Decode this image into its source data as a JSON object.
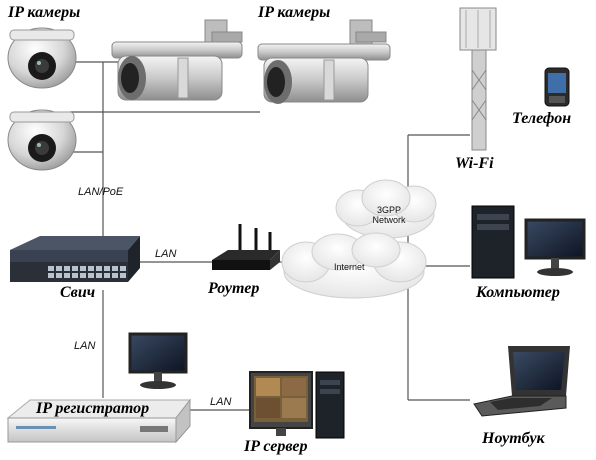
{
  "labels": {
    "ip_cameras_left": "IP камеры",
    "ip_cameras_top": "IP камеры",
    "wifi": "Wi-Fi",
    "phone": "Телефон",
    "lan_poe": "LAN/PoE",
    "network_3gpp_line1": "3GPP",
    "network_3gpp_line2": "Network",
    "internet": "Internet",
    "lan_switch_router": "LAN",
    "router": "Роутер",
    "switch": "Свич",
    "computer": "Компьютер",
    "lan_vertical": "LAN",
    "lan_server": "LAN",
    "ip_recorder": "IP регистратор",
    "ip_server": "IP сервер",
    "laptop": "Ноутбук"
  },
  "colors": {
    "line": "#555555",
    "cloud": "#f1f1f1",
    "cloud_edge": "#cfcfcf",
    "device_dark": "#2b2f38",
    "device_light": "#dcdcdc"
  }
}
